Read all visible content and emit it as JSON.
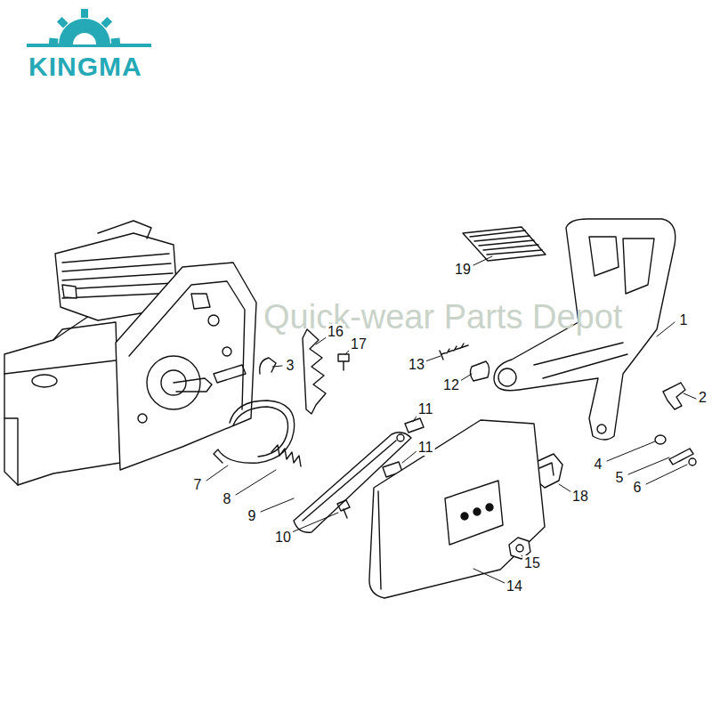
{
  "diagram": {
    "labels": [
      "KINGMA",
      "Quick-wear Parts Depot",
      "19",
      "1",
      "16",
      "17",
      "3",
      "13",
      "12",
      "2",
      "11",
      "11",
      "4",
      "18",
      "5",
      "6",
      "7",
      "8",
      "9",
      "10",
      "15",
      "14"
    ]
  }
}
